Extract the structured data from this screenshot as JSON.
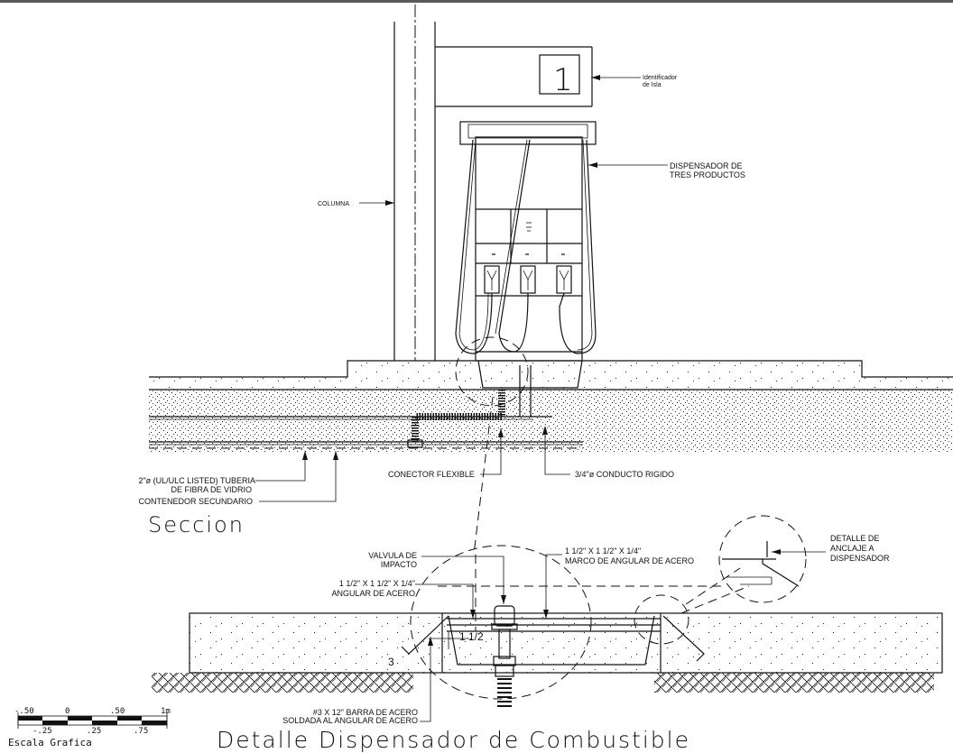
{
  "drawing": {
    "island_id_number": "1",
    "labels": {
      "island_identifier": [
        "Identificador",
        "de Isla"
      ],
      "dispenser": [
        "DISPENSADOR DE",
        "TRES PRODUCTOS"
      ],
      "column": "COLUMNA",
      "fiberglass_pipe": [
        "2\"ø (UL/ULC LISTED) TUBERIA",
        "DE FIBRA DE VIDRIO"
      ],
      "secondary_container": "CONTENEDOR SECUNDARIO",
      "flex_connector": "CONECTOR FLEXIBLE",
      "rigid_conduit": "3/4\"ø CONDUCTO RIGIDO",
      "impact_valve": [
        "VALVULA DE",
        "IMPACTO"
      ],
      "steel_angle": [
        "1 1/2\" X 1 1/2\" X 1/4\"",
        "ANGULAR DE ACERO"
      ],
      "steel_angle_frame": [
        "1 1/2\" X 1 1/2\" X 1/4\"",
        "MARCO DE ANGULAR DE ACERO"
      ],
      "anchor_detail": [
        "DETALLE DE",
        "ANCLAJE A",
        "DISPENSADOR"
      ],
      "steel_bar": [
        "#3 X 12\" BARRA DE ACERO",
        "SOLDADA AL ANGULAR DE ACERO"
      ],
      "dim_1_1_2": "1 1/2",
      "dim_3": "3"
    },
    "section_title": "Seccion",
    "main_title": "Detalle Dispensador de Combustible",
    "scale_bar": {
      "title": "Escala Grafica",
      "top_ticks": [
        "-.50",
        "0",
        ".50",
        "1m"
      ],
      "bottom_ticks": [
        "-.25",
        ".25",
        ".75"
      ]
    }
  }
}
